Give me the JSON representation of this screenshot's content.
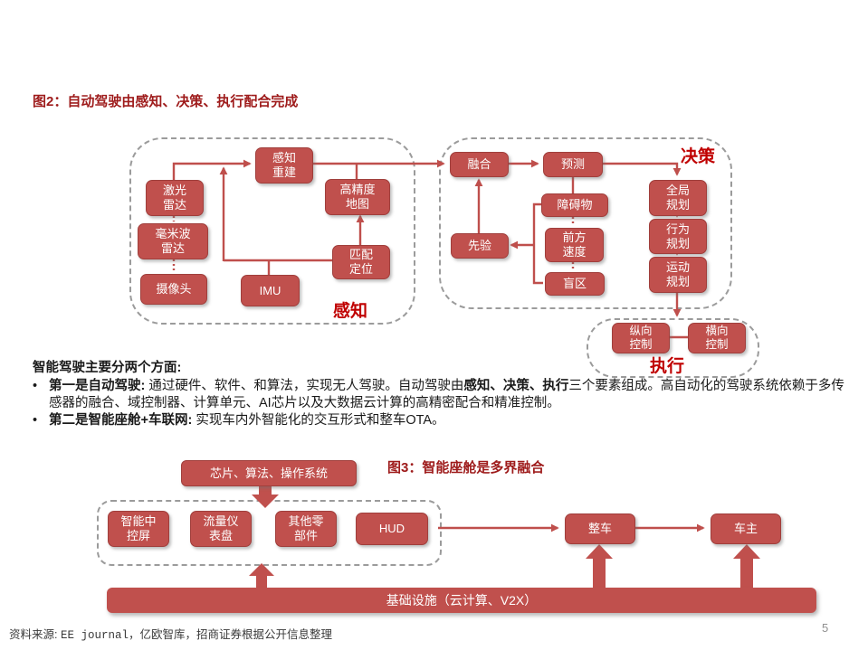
{
  "page": {
    "number": "5"
  },
  "colors": {
    "accent": "#c0504d",
    "figure_title_red": "#9e1b1b",
    "section_label_red": "#c00000"
  },
  "fig2": {
    "title": "图2：自动驾驶由感知、决策、执行配合完成",
    "perception_label": "感知",
    "decision_label": "决策",
    "execution_label": "执行",
    "nodes": {
      "lidar": "激光\n雷达",
      "mmwave": "毫米波\n雷达",
      "camera": "摄像头",
      "recon": "感知\n重建",
      "hdmap": "高精度\n地图",
      "match": "匹配\n定位",
      "imu": "IMU",
      "fusion": "融合",
      "prediction": "预测",
      "obstacle": "障碍物",
      "front_speed": "前方\n速度",
      "blind": "盲区",
      "prior": "先验",
      "global_plan": "全局\n规划",
      "behavior_plan": "行为\n规划",
      "motion_plan": "运动\n规划",
      "longitudinal": "纵向\n控制",
      "lateral": "横向\n控制"
    }
  },
  "body": {
    "heading": "智能驾驶主要分两个方面:",
    "bullet_char": "•",
    "b1_lead": "第一是自动驾驶:",
    "b1_t1": " 通过硬件、软件、和算法，实现无人驾驶。自动驾驶由",
    "b1_bold": "感知、决策、执行",
    "b1_t2": "三个要素组成。高自动化的驾驶系统依赖于多传感器的融合、域控制器、计算单元、AI芯片以及大数据云计算的高精密配合和精准控制。",
    "b2_lead": "第二是智能座舱+车联网:",
    "b2_t1": " 实现车内外智能化的交互形式和整车OTA。"
  },
  "fig3": {
    "title": "图3：智能座舱是多界融合",
    "nodes": {
      "chip": "芯片、算法、操作系统",
      "screen": "智能中\n控屏",
      "dashboard": "流量仪\n表盘",
      "parts": "其他零\n部件",
      "hud": "HUD",
      "vehicle": "整车",
      "owner": "车主",
      "infra": "基础设施（云计算、V2X）"
    }
  },
  "footer": {
    "prefix": "资料来源: ",
    "mono": "EE journal",
    "rest": "，亿欧智库，招商证券根据公开信息整理"
  }
}
